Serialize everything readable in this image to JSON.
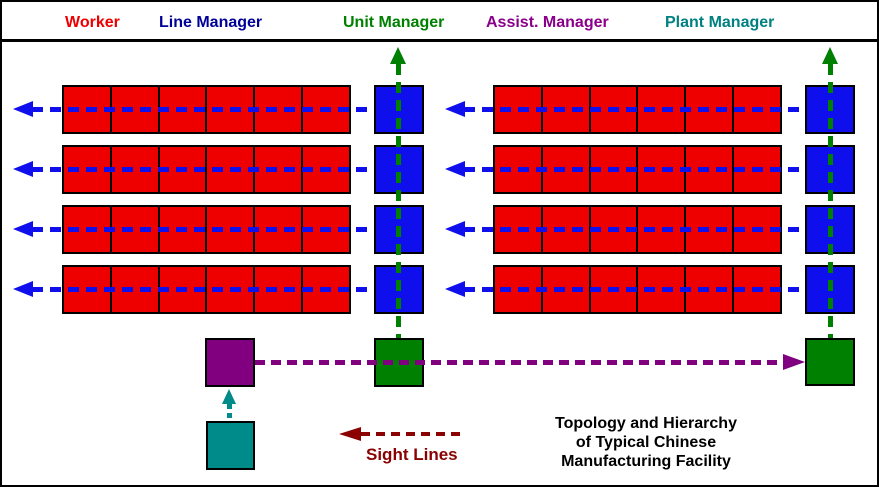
{
  "legend": {
    "items": [
      {
        "id": "worker",
        "label": "Worker",
        "color": "#ee0000"
      },
      {
        "id": "line-manager",
        "label": "Line Manager",
        "color": "#000099"
      },
      {
        "id": "unit-manager",
        "label": "Unit Manager",
        "color": "#008000"
      },
      {
        "id": "assist-manager",
        "label": "Assist. Manager",
        "color": "#8b008b"
      },
      {
        "id": "plant-manager",
        "label": "Plant Manager",
        "color": "#008080"
      }
    ]
  },
  "diagram": {
    "groups": [
      {
        "side": "left",
        "rows": 4,
        "workers_per_row": 6
      },
      {
        "side": "right",
        "rows": 4,
        "workers_per_row": 6
      }
    ],
    "colors": {
      "worker_square": "#ee0000",
      "line_manager_square": "#0f0fee",
      "unit_manager_square": "#008000",
      "assist_manager_square": "#800080",
      "plant_manager_square": "#008b8b",
      "sight_line": "#0f0fee",
      "unit_report_line": "#008000",
      "assist_report_line": "#800080",
      "plant_report_line": "#008b8b"
    }
  },
  "sight_lines_legend": {
    "label": "Sight Lines",
    "color": "#8b0000"
  },
  "caption": {
    "lines": [
      "Topology and Hierarchy",
      "of Typical Chinese",
      "Manufacturing Facility"
    ]
  }
}
